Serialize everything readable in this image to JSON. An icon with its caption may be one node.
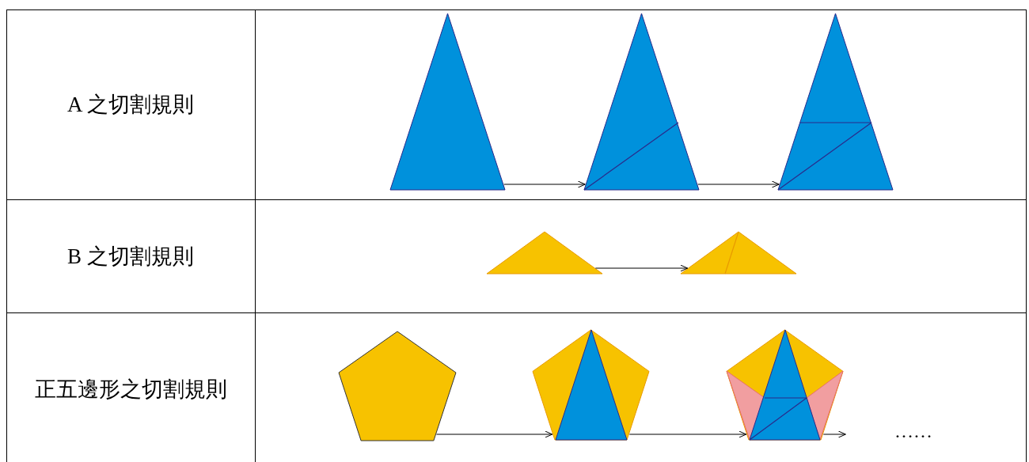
{
  "diagram": {
    "nodes": [
      {
        "text": [],
        "shape": "triangle"
      },
      {
        "text": [],
        "shape": "triangle"
      },
      {
        "text": [],
        "shape": "triangle"
      },
      {
        "text": [],
        "shape": "triangle"
      },
      {
        "text": [],
        "shape": "triangle"
      },
      {
        "text": [],
        "shape": "pentagon"
      },
      {
        "text": [],
        "shape": "pentagon"
      },
      {
        "text": [],
        "shape": "pentagon"
      }
    ],
    "edges": [
      {
        "from": 0,
        "to": 1,
        "arrow": "to"
      },
      {
        "from": 1,
        "to": 2,
        "arrow": "to"
      },
      {
        "from": 3,
        "to": 4,
        "arrow": "to"
      },
      {
        "from": 5,
        "to": 6,
        "arrow": "to"
      },
      {
        "from": 6,
        "to": 7,
        "arrow": "to"
      },
      {
        "from": 7,
        "to": null,
        "arrow": "to"
      }
    ],
    "labels": [
      "A 之切割規則",
      "B 之切割規則",
      "正五邊形之切割規則",
      "……"
    ]
  }
}
